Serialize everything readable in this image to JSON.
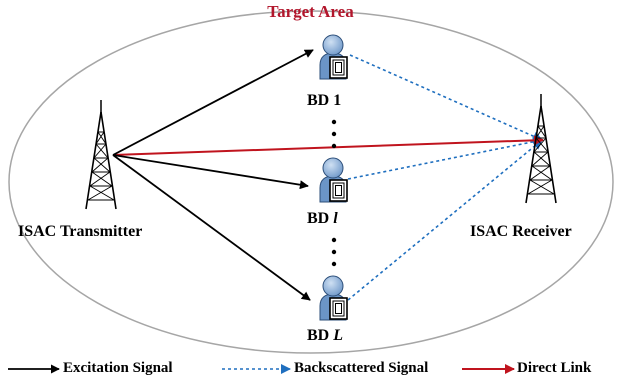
{
  "title": "Target Area",
  "transmitter": {
    "label": "ISAC Transmitter"
  },
  "receiver": {
    "label": "ISAC Receiver"
  },
  "devices": [
    {
      "prefix": "BD",
      "index": "1",
      "index_italic": false
    },
    {
      "prefix": "BD",
      "index": "l",
      "index_italic": true
    },
    {
      "prefix": "BD",
      "index": "L",
      "index_italic": true
    }
  ],
  "legend": {
    "excitation": "Excitation Signal",
    "backscattered": "Backscattered Signal",
    "direct": "Direct Link"
  },
  "colors": {
    "excitation": "#000000",
    "backscattered": "#1f6fbf",
    "direct": "#c0141e",
    "title": "#b2162c",
    "ellipse": "#a6a6a6",
    "device_body": "#6b95c7"
  },
  "icons": {
    "transmitter": "tower-icon",
    "receiver": "tower-icon",
    "device": "tag-user-icon"
  }
}
